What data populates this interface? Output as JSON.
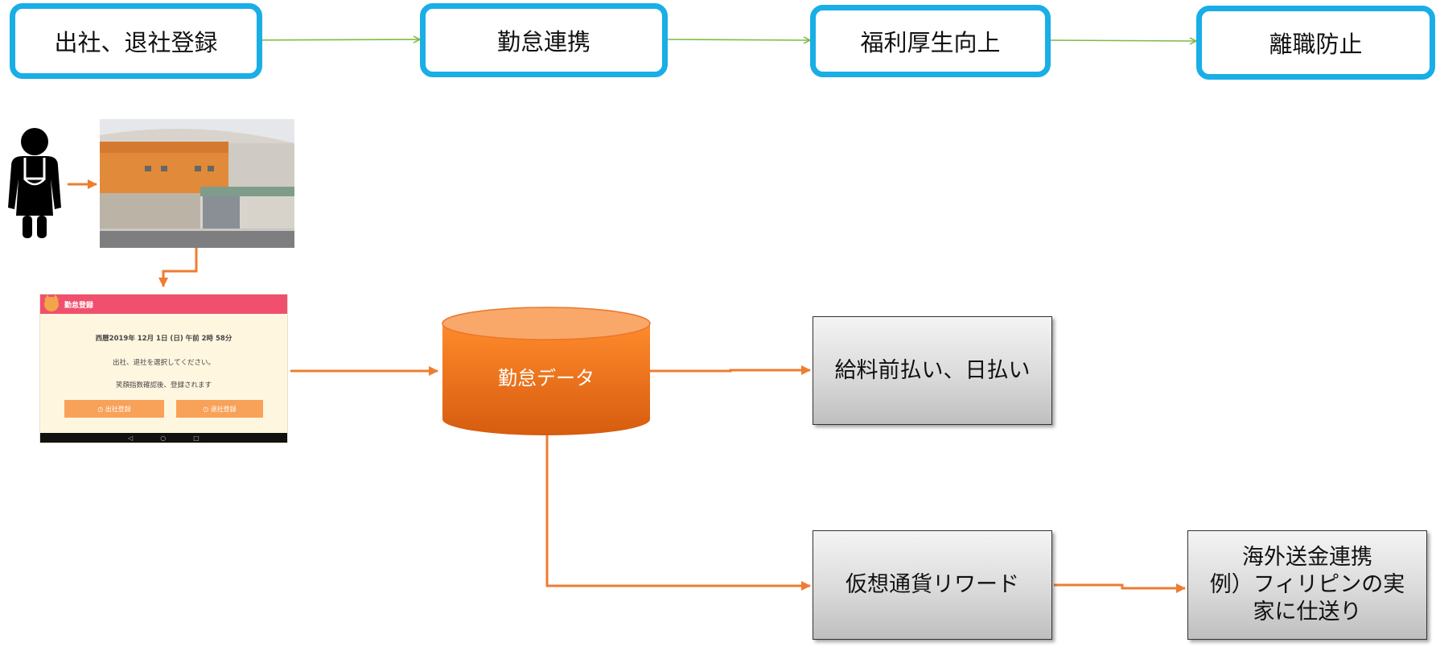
{
  "stages": [
    {
      "label": "出社、退社登録"
    },
    {
      "label": "勤怠連携"
    },
    {
      "label": "福利厚生向上"
    },
    {
      "label": "離職防止"
    }
  ],
  "tablet": {
    "title": "勤怠登録",
    "datetime": "西暦2019年 12月 1日 (日) 午前 2時 58分",
    "instruction": "出社、退社を選択してください。",
    "note": "笑顔指数確認後、登録されます",
    "checkin_button": "◷ 出社登録",
    "checkout_button": "◷ 退社登録",
    "nav_back": "◁",
    "nav_home": "○",
    "nav_recent": "□"
  },
  "database": {
    "label": "勤怠データ"
  },
  "outputs": {
    "salary": "給料前払い、日払い",
    "crypto": "仮想通貨リワード",
    "remittance": [
      "海外送金連携",
      "例）フィリピンの実",
      "家に仕送り"
    ]
  },
  "colors": {
    "stage_border": "#19aee6",
    "flow_arrow_green": "#7dbb42",
    "flow_arrow_orange": "#ed7d31",
    "cylinder": "#f07422"
  }
}
